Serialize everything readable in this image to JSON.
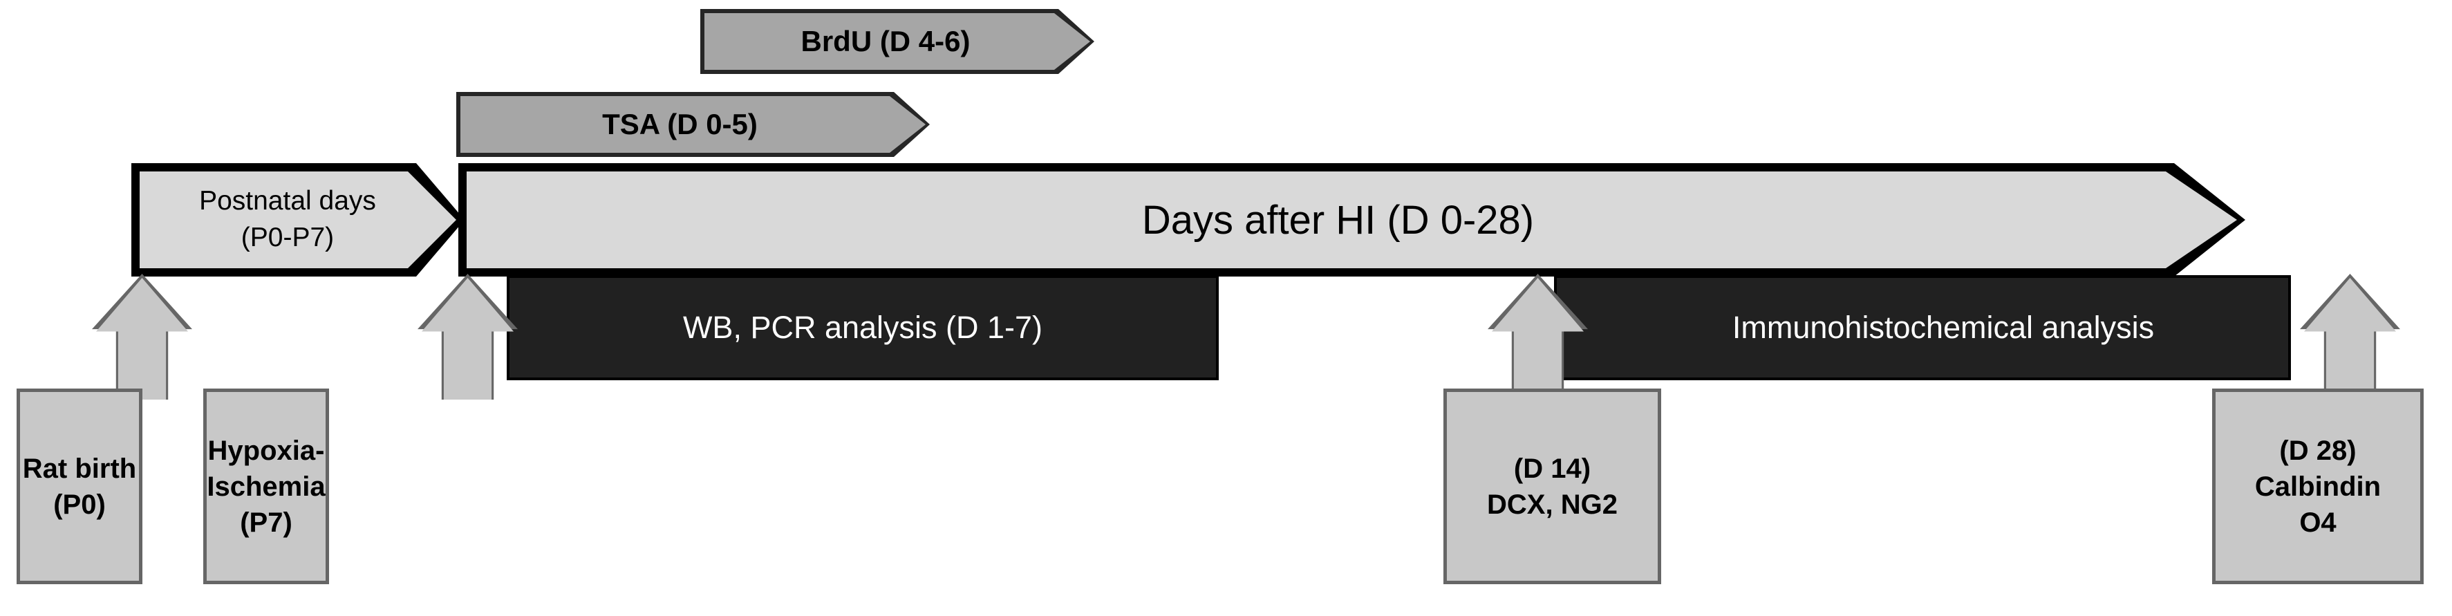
{
  "figure": {
    "type": "experimental-timeline",
    "title_implicit": "Neonatal hypoxia-ischemia experimental timeline"
  },
  "timeline": {
    "main_arrow": {
      "label": "Days after HI (D 0-28)",
      "fill_color": "#d9d9d9",
      "border_color": "#000000",
      "day_range": [
        0,
        28
      ]
    },
    "postnatal_arrow": {
      "label": "Postnatal days\n(P0-P7)",
      "fill_color": "#d9d9d9",
      "border_color": "#000000",
      "postnatal_range": [
        "P0",
        "P7"
      ]
    }
  },
  "treatments": [
    {
      "id": "brdu",
      "label": "BrdU (D 4-6)",
      "fill_color": "#a6a6a6",
      "border_color": "#262626",
      "day_range": [
        4,
        6
      ]
    },
    {
      "id": "tsa",
      "label": "TSA (D 0-5)",
      "fill_color": "#a6a6a6",
      "border_color": "#262626",
      "day_range": [
        0,
        5
      ]
    }
  ],
  "analyses": [
    {
      "id": "wb-pcr",
      "label": "WB, PCR analysis (D 1-7)",
      "fill_color": "#212121",
      "text_color": "#ffffff",
      "day_range": [
        1,
        7
      ]
    },
    {
      "id": "ihc",
      "label": "Immunohistochemical analysis",
      "fill_color": "#212121",
      "text_color": "#ffffff"
    }
  ],
  "timepoints": [
    {
      "id": "rat-birth",
      "label": "Rat birth\n(P0)",
      "fill_color": "#c8c8c8",
      "border_color": "#666666"
    },
    {
      "id": "hypoxia-ischemia",
      "label": "Hypoxia-\nIschemia\n(P7)",
      "fill_color": "#c8c8c8",
      "border_color": "#666666"
    },
    {
      "id": "day-14",
      "label": "(D 14)\nDCX, NG2",
      "fill_color": "#c8c8c8",
      "border_color": "#666666"
    },
    {
      "id": "day-28",
      "label": "(D 28)\nCalbindin\nO4",
      "fill_color": "#c8c8c8",
      "border_color": "#666666"
    }
  ]
}
